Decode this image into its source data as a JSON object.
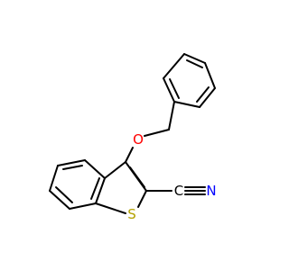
{
  "molecule": {
    "atoms": {
      "oxygen": "O",
      "sulfur": "S",
      "carbon": "C",
      "nitrogen": "N"
    },
    "colors": {
      "bond": "#000000",
      "oxygen": "#ff0000",
      "sulfur": "#b3a100",
      "carbon": "#000000",
      "nitrogen": "#0000ff"
    }
  }
}
